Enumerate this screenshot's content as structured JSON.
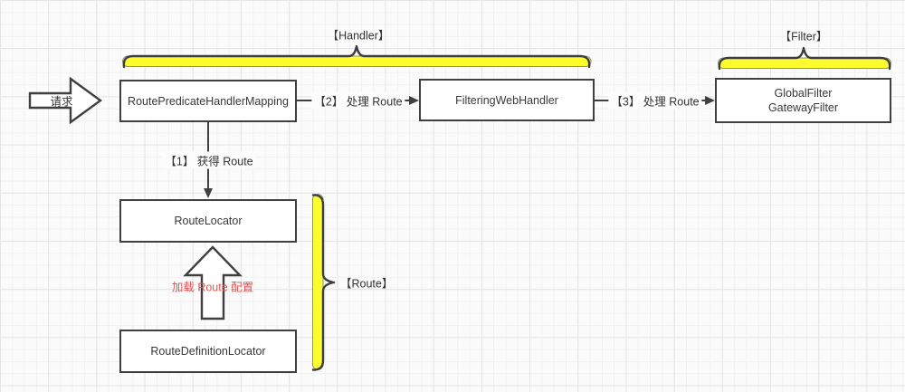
{
  "diagram": {
    "request_arrow": {
      "label": "请求"
    },
    "boxes": {
      "route_predicate_handler_mapping": {
        "label": "RoutePredicateHandlerMapping"
      },
      "filtering_web_handler": {
        "label": "FilteringWebHandler"
      },
      "global_filter": {
        "line1": "GlobalFilter",
        "line2": "GatewayFilter"
      },
      "route_locator": {
        "label": "RouteLocator"
      },
      "route_definition_locator": {
        "label": "RouteDefinitionLocator"
      }
    },
    "braces": {
      "handler": {
        "label": "【Handler】"
      },
      "filter": {
        "label": "【Filter】"
      },
      "route": {
        "label": "【Route】"
      }
    },
    "connectors": {
      "step1": {
        "label": "【1】 获得 Route"
      },
      "step2": {
        "label": "【2】 处理 Route"
      },
      "step3": {
        "label": "【3】 处理 Route"
      },
      "load_route_config": {
        "label": "加载 Route 配置"
      }
    },
    "colors": {
      "highlight_yellow": "#FCFC2F",
      "stroke_dark": "#3F3F3F",
      "red_text": "#E05252"
    }
  }
}
